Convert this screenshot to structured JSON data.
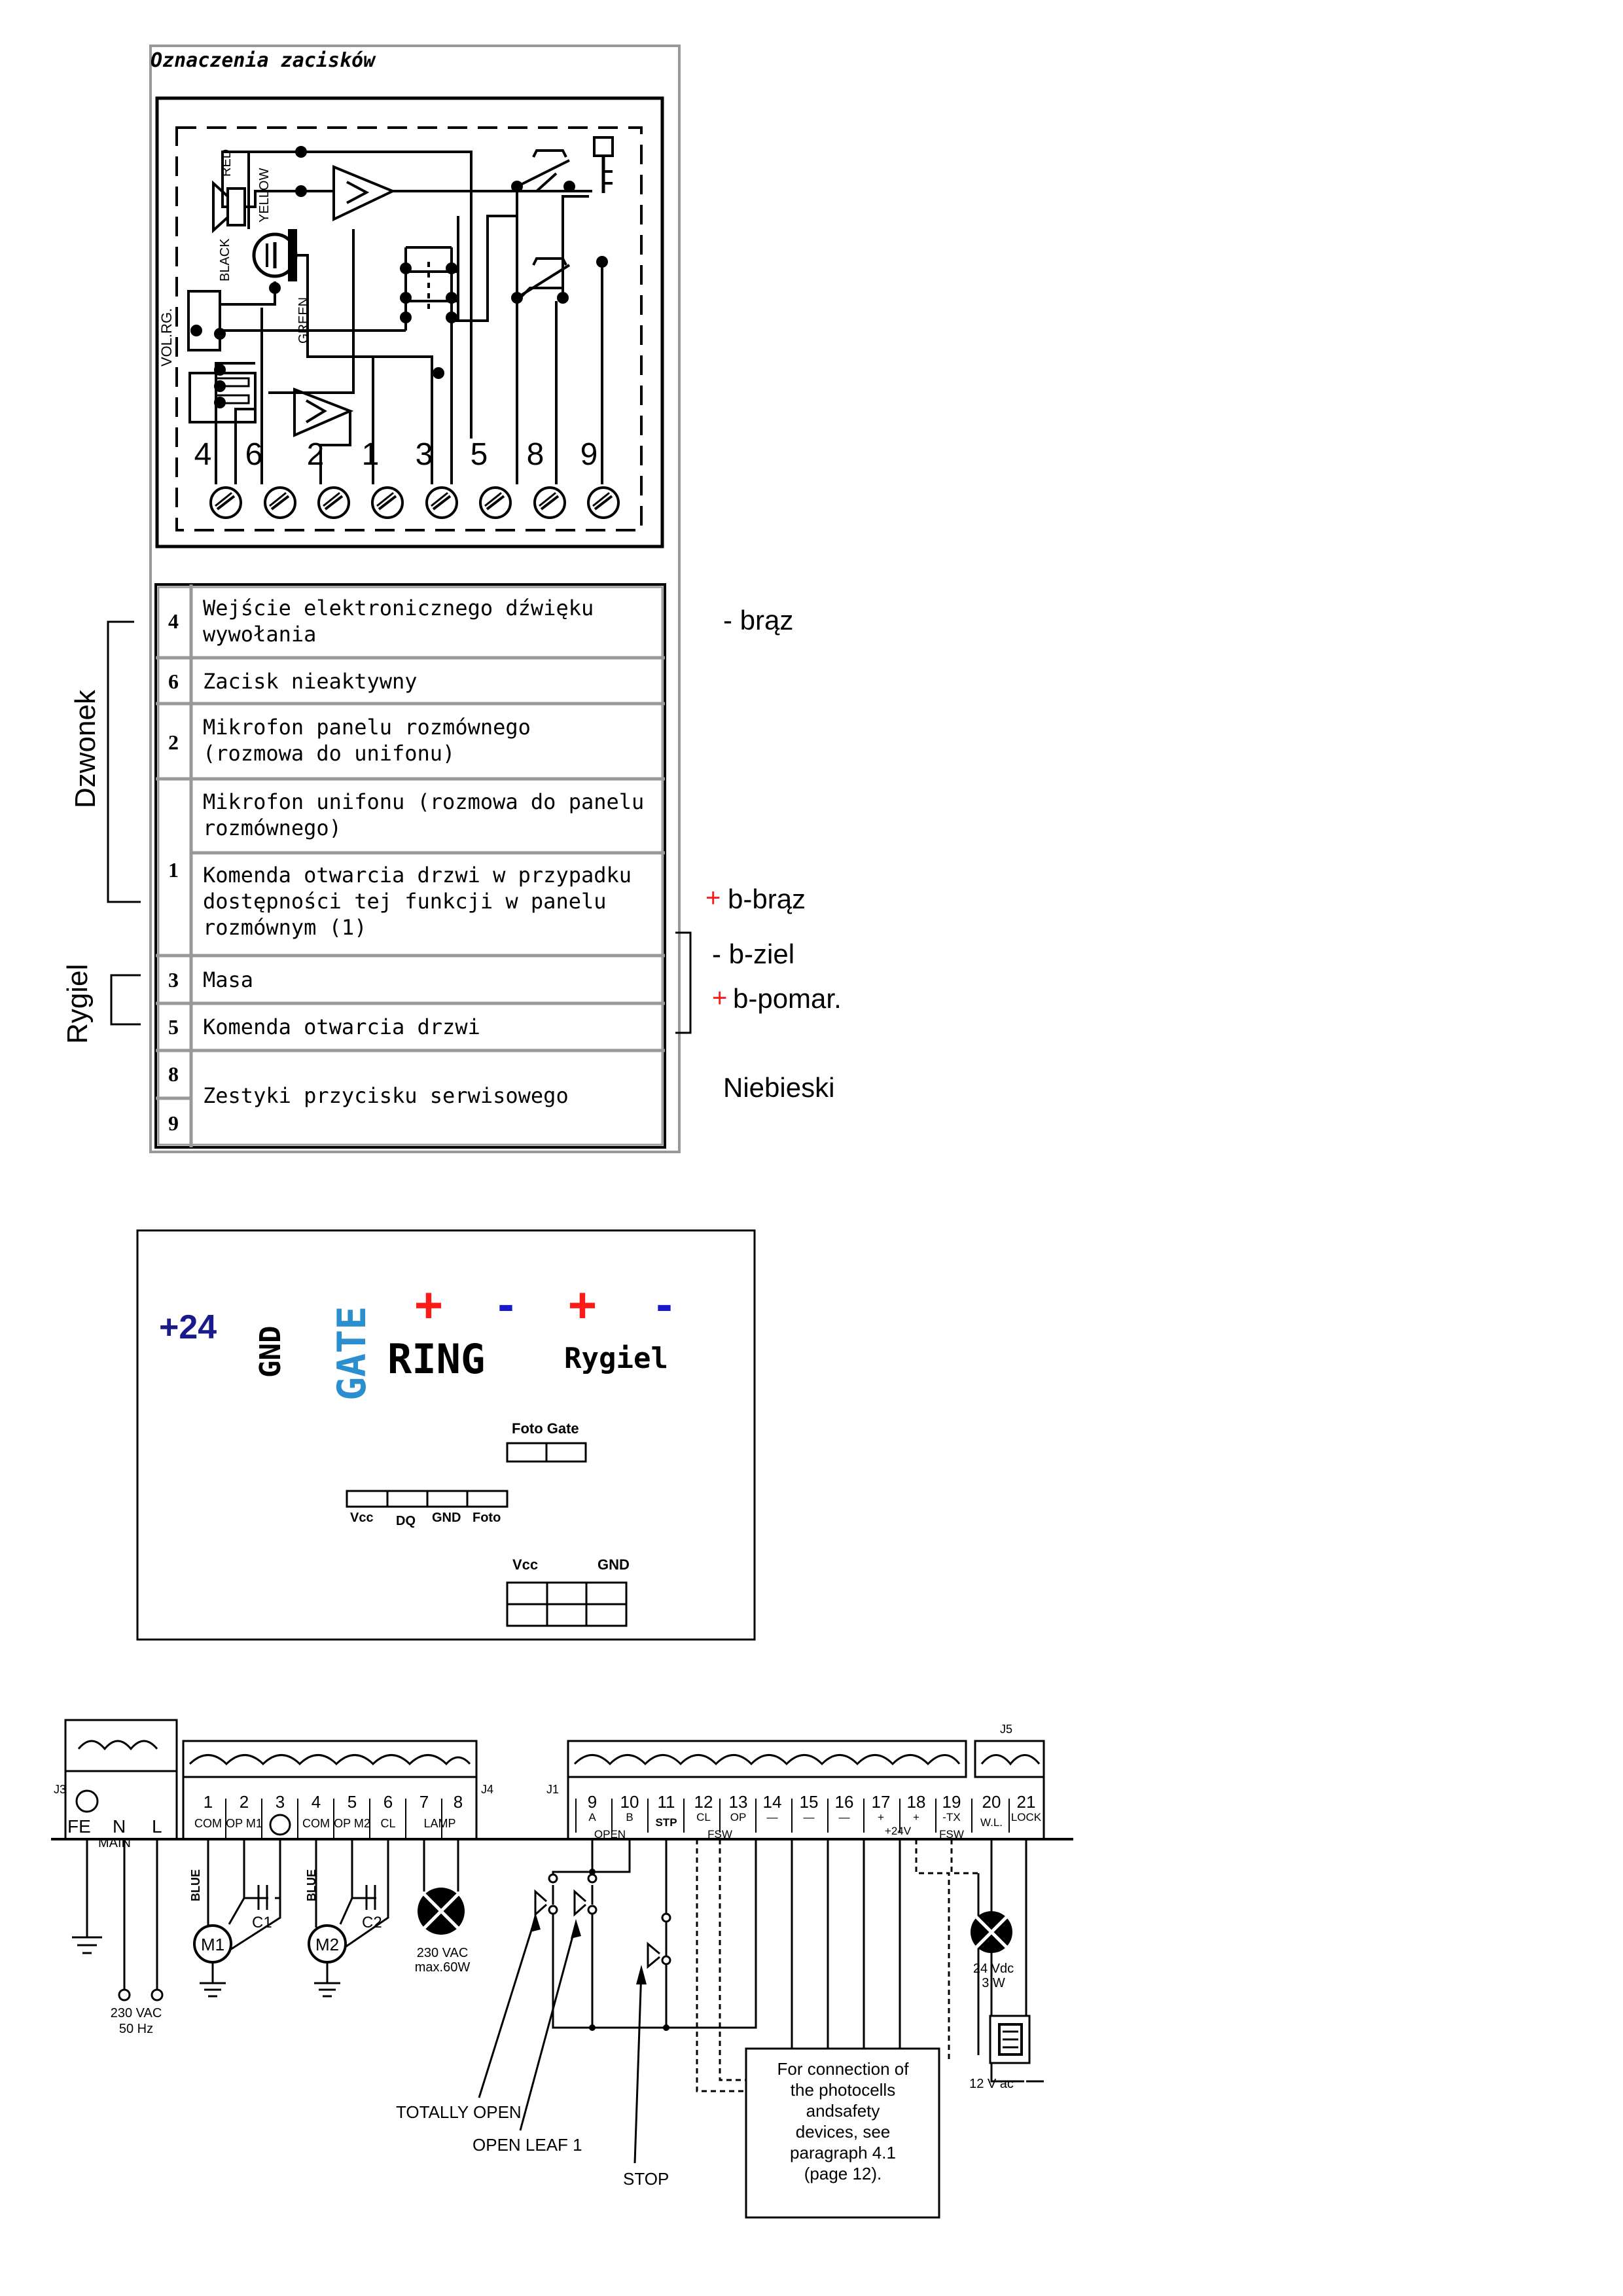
{
  "intercom": {
    "title": "Oznaczenia zacisków",
    "wire_labels": {
      "red": "RED",
      "yellow": "YELLOW",
      "black": "BLACK",
      "green": "GREEN",
      "vol": "VOL.RG."
    },
    "terminal_numbers": [
      "4",
      "6",
      "2",
      "1",
      "3",
      "5",
      "8",
      "9"
    ],
    "table": [
      {
        "num": "4",
        "desc": [
          "Wejście elektronicznego dźwięku",
          "wywołania"
        ]
      },
      {
        "num": "6",
        "desc": [
          "Zacisk nieaktywny"
        ]
      },
      {
        "num": "2",
        "desc": [
          "Mikrofon panelu rozmównego",
          "(rozmowa do unifonu)"
        ]
      },
      {
        "num": "1",
        "desc": [
          "Mikrofon unifonu (rozmowa do panelu",
          "rozmównego)"
        ]
      },
      {
        "num": "",
        "desc": [
          "Komenda otwarcia drzwi w przypadku",
          "dostępności tej funkcji w panelu",
          "rozmównym (1)"
        ]
      },
      {
        "num": "3",
        "desc": [
          "Masa"
        ]
      },
      {
        "num": "5",
        "desc": [
          "Komenda otwarcia drzwi"
        ]
      },
      {
        "num": "8",
        "desc": [
          "Zestyki przycisku serwisowego"
        ]
      },
      {
        "num": "9",
        "desc": []
      }
    ],
    "bracket_labels": {
      "dzwonek": "Dzwonek",
      "rygiel": "Rygiel"
    },
    "notes": {
      "braz": "- brąz",
      "plus1": "+",
      "b_braz": "b-brąz",
      "b_ziel": "- b-ziel",
      "plus2": "+",
      "b_pomar": "b-pomar.",
      "niebieski": "Niebieski"
    }
  },
  "board": {
    "plus24": "+24",
    "gnd": "GND",
    "gate": "GATE",
    "plus_a": "+",
    "minus_a": "-",
    "plus_b": "+",
    "minus_b": "-",
    "ring": "RING",
    "rygiel": "Rygiel",
    "foto_gate": "Foto Gate",
    "pins1": [
      "Vcc",
      "DQ",
      "GND",
      "Foto"
    ],
    "vcc": "Vcc",
    "gnd2": "GND"
  },
  "controller": {
    "j3": "J3",
    "j4": "J4",
    "j1": "J1",
    "j5": "J5",
    "main_pins": [
      "FE",
      "N",
      "L"
    ],
    "main_label": "MAIN",
    "j4_nums": [
      "1",
      "2",
      "3",
      "4",
      "5",
      "6",
      "7",
      "8"
    ],
    "j4_subs": [
      "COM",
      "OP M1",
      "",
      "COM",
      "OP M2",
      "CL",
      "LAMP",
      ""
    ],
    "j1_nums": [
      "9",
      "10",
      "11",
      "12",
      "13",
      "14",
      "15",
      "16",
      "17",
      "18",
      "19",
      "20",
      "21"
    ],
    "j1_subs": [
      "A",
      "B",
      "STP",
      "CL",
      "OP",
      "—",
      "—",
      "—",
      "+",
      "+",
      "-TX",
      "W.L.",
      "LOCK"
    ],
    "open_label": "OPEN",
    "fsw1": "FSW",
    "plus24v": "+24V",
    "fsw2": "FSW",
    "blue1": "BLUE",
    "blue2": "BLUE",
    "c1": "C1",
    "c2": "C2",
    "m1": "M1",
    "m2": "M2",
    "vac": "230 VAC",
    "hz": "50 Hz",
    "lamp_v": "230 VAC",
    "lamp_w": "max.60W",
    "wl_v": "24 Vdc",
    "wl_w": "3 W",
    "lock_v": "12 V ac",
    "totally_open": "TOTALLY OPEN",
    "open_leaf": "OPEN LEAF 1",
    "stop": "STOP",
    "note": [
      "For connection of",
      "the photocells",
      "andsafety",
      "devices, see",
      "paragraph 4.1",
      "(page 12)."
    ]
  },
  "colors": {
    "red": "#ff1a1a",
    "navy": "#1a1a8c",
    "blue": "#1a1acc",
    "cyan": "#2b8fcf"
  }
}
